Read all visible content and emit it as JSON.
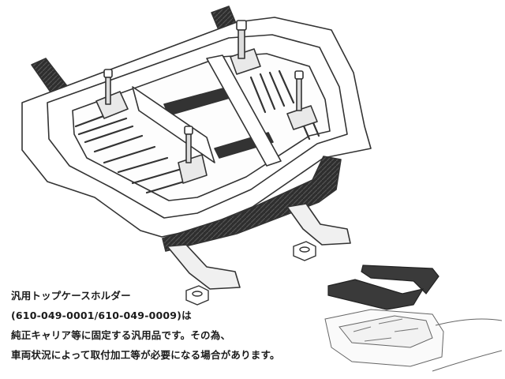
{
  "caption": {
    "line1": "汎用トップケースホルダー",
    "line2": "(610-049-0001/610-049-0009)は",
    "line3": "純正キャリア等に固定する汎用品です。その為、",
    "line4": "車両状況によって取付加工等が必要になる場合があります。"
  },
  "colors": {
    "background": "#ffffff",
    "line": "#333333",
    "carbon": "#2b2b2b",
    "plate": "#3a3a3a"
  },
  "illustration": {
    "main": "top-case-holder-rack-drawing",
    "inset": "holder-mounted-on-carrier-drawing"
  }
}
